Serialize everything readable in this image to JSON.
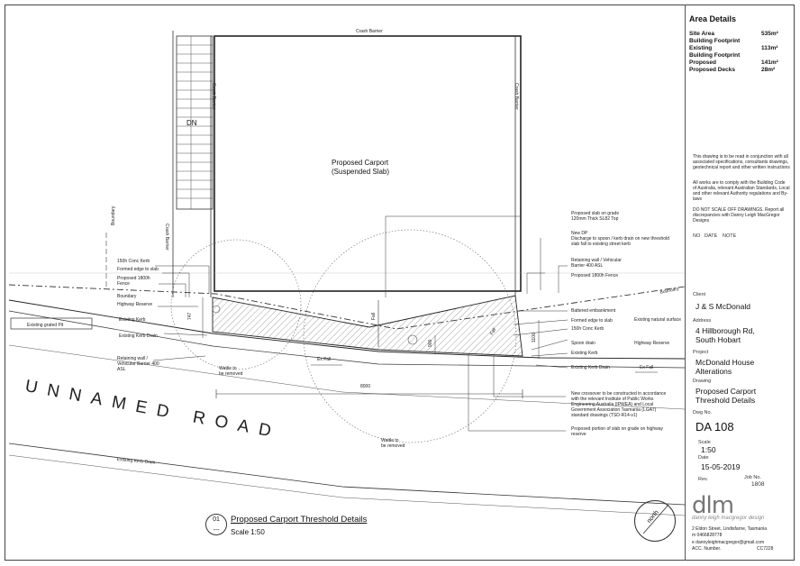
{
  "area_details": {
    "title": "Area Details",
    "rows": [
      {
        "label": "Site Area",
        "value": "535m²"
      },
      {
        "label": "Building Footprint",
        "value": ""
      },
      {
        "label": "Existing",
        "value": "113m²"
      },
      {
        "label": "Building Footprint",
        "value": ""
      },
      {
        "label": "Proposed",
        "value": "141m²"
      },
      {
        "label": "Proposed Decks",
        "value": "28m²"
      }
    ]
  },
  "notes": {
    "note1": "This drawing is to be read in conjunction with all associated specifications, consultants drawings, geotechnical report and other written instructions",
    "note2": "All works are to comply with the Building Code of Australia, relevant Australian Standards, Local and other relevant Authority regulations and By-laws",
    "note3": "DO NOT SCALE OFF DRAWINGS. Report all discrepancies with Danny Leigh MacGregor Designs"
  },
  "revision_header": {
    "no": "NO",
    "date": "DATE",
    "note": "NOTE"
  },
  "title_block": {
    "client_label": "Client",
    "client": "J & S McDonald",
    "address_label": "Address",
    "address_line1": "4 Hillborough Rd,",
    "address_line2": "South Hobart",
    "project_label": "Project",
    "project_line1": "McDonald House",
    "project_line2": "Alterations",
    "drawing_label": "Drawing",
    "drawing_line1": "Proposed Carport",
    "drawing_line2": "Threshold Details",
    "dwg_no_label": "Dwg No.",
    "dwg_no": "DA  108",
    "scale_label": "Scale",
    "scale": "1:50",
    "date_label": "Date",
    "date": "15-05-2019",
    "rev_label": "Rev.",
    "job_no_label": "Job No.",
    "job_no": "1808"
  },
  "firm": {
    "logo": "dlm",
    "tagline": "danny leigh macgregor design",
    "address": "2 Eldon Street, Lindisfarne, Tasmania",
    "mobile": "m 0466828778",
    "email": "e dannyleighmacgregor@gmail.com",
    "acc_label": "ACC. Number.",
    "acc_no": "CC7228"
  },
  "plan": {
    "road_name": "UNNAMED ROAD",
    "carport_line1": "Proposed Carport",
    "carport_line2": "(Suspended Slab)",
    "crash_barrier": "Crash Barrier",
    "dn": "DN",
    "boundary": "Boundary",
    "existing_grated_pit": "Existing grated Pit",
    "highway_reserve": "Highway Reserve",
    "existing_kerb": "Existing Kerb",
    "existing_kerb_drain": "Existing Kerb Drain",
    "retaining_wall_left": "Retaining wall / Vehicular Barrier 400 ASL",
    "conc_kerb": "150h Conc Kerb",
    "formed_edge": "Formed edge to slab",
    "fence_left": "Proposed 1800h Fence",
    "wattle1_line1": "Wattle to",
    "wattle1_line2": "be removed",
    "wattle2_line1": "Wattle to",
    "wattle2_line2": "be removed",
    "ex_fall": "Ex Fall",
    "dim_8000": "8000",
    "dim_747": "747",
    "dim_900": "900",
    "dim_1100": "1100",
    "fall": "Fall",
    "slab_note": "Proposed slab on grade 120mm Thick SL82 Top",
    "new_dp": "New DP",
    "discharge_note": "Discharge to spoon / kerb drain on new threshold slab fall to existing street kerb",
    "retaining_wall_right": "Retaining wall / Vehicular Barrier 400 ASL",
    "fence_right": "Proposed 1800h Fence",
    "battered": "Battered embankment",
    "formed_edge_r": "Formed edge to slab",
    "conc_kerb_r": "150h Conc Kerb",
    "spoon_drain": "Spoon drain",
    "existing_kerb_r": "Existing Kerb",
    "existing_kerb_drain_r": "Existing Kerb Drain",
    "natural_surface": "Existing natural surface",
    "highway_reserve_r": "Highway Reserve",
    "crossover_note": "New crossover to be constructed in accordance with the relevant Institute of Public Works Engineering Australia (IPWEA) and Local Government Association Tasmania (LGAT) standard drawings (TSD-R14-v1)",
    "proposed_portion": "Proposed portion of slab on grade on highway reserve",
    "existing_kerb_drain_b": "Existing Kerb Drain",
    "boundary_r": "Boundary"
  },
  "detail_title": {
    "number": "01",
    "sub": "---",
    "title": "Proposed Carport Threshold Details",
    "scale": "Scale 1:50"
  }
}
